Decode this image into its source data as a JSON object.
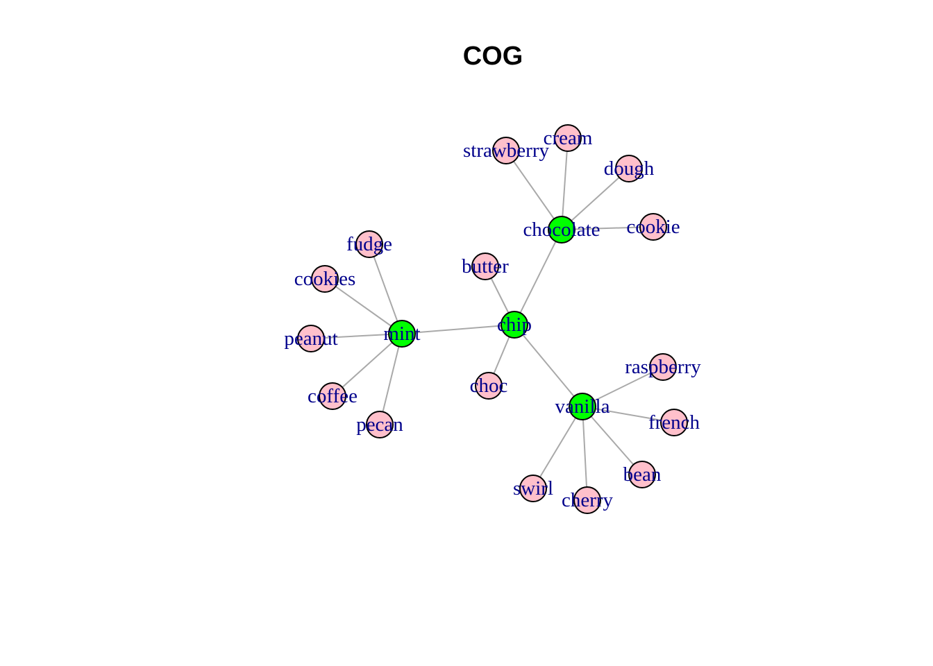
{
  "title": "COG",
  "colors": {
    "hub": "#00ff00",
    "leaf": "#ffc0cb",
    "edge": "#a9a9a9",
    "label": "#00008b"
  },
  "nodes": [
    {
      "id": "chip",
      "label": "chip",
      "group": "hub"
    },
    {
      "id": "chocolate",
      "label": "chocolate",
      "group": "hub"
    },
    {
      "id": "mint",
      "label": "mint",
      "group": "hub"
    },
    {
      "id": "vanilla",
      "label": "vanilla",
      "group": "hub"
    },
    {
      "id": "strawberry",
      "label": "strawberry",
      "group": "leaf"
    },
    {
      "id": "cream",
      "label": "cream",
      "group": "leaf"
    },
    {
      "id": "dough",
      "label": "dough",
      "group": "leaf"
    },
    {
      "id": "cookie",
      "label": "cookie",
      "group": "leaf"
    },
    {
      "id": "butter",
      "label": "butter",
      "group": "leaf"
    },
    {
      "id": "choc",
      "label": "choc",
      "group": "leaf"
    },
    {
      "id": "fudge",
      "label": "fudge",
      "group": "leaf"
    },
    {
      "id": "cookies",
      "label": "cookies",
      "group": "leaf"
    },
    {
      "id": "peanut",
      "label": "peanut",
      "group": "leaf"
    },
    {
      "id": "coffee",
      "label": "coffee",
      "group": "leaf"
    },
    {
      "id": "pecan",
      "label": "pecan",
      "group": "leaf"
    },
    {
      "id": "raspberry",
      "label": "raspberry",
      "group": "leaf"
    },
    {
      "id": "french",
      "label": "french",
      "group": "leaf"
    },
    {
      "id": "bean",
      "label": "bean",
      "group": "leaf"
    },
    {
      "id": "cherry",
      "label": "cherry",
      "group": "leaf"
    },
    {
      "id": "swirl",
      "label": "swirl",
      "group": "leaf"
    }
  ],
  "edges": [
    [
      "chip",
      "chocolate"
    ],
    [
      "chip",
      "mint"
    ],
    [
      "chip",
      "vanilla"
    ],
    [
      "chip",
      "butter"
    ],
    [
      "chip",
      "choc"
    ],
    [
      "chocolate",
      "strawberry"
    ],
    [
      "chocolate",
      "cream"
    ],
    [
      "chocolate",
      "dough"
    ],
    [
      "chocolate",
      "cookie"
    ],
    [
      "mint",
      "fudge"
    ],
    [
      "mint",
      "cookies"
    ],
    [
      "mint",
      "peanut"
    ],
    [
      "mint",
      "coffee"
    ],
    [
      "mint",
      "pecan"
    ],
    [
      "vanilla",
      "raspberry"
    ],
    [
      "vanilla",
      "french"
    ],
    [
      "vanilla",
      "bean"
    ],
    [
      "vanilla",
      "cherry"
    ],
    [
      "vanilla",
      "swirl"
    ]
  ]
}
